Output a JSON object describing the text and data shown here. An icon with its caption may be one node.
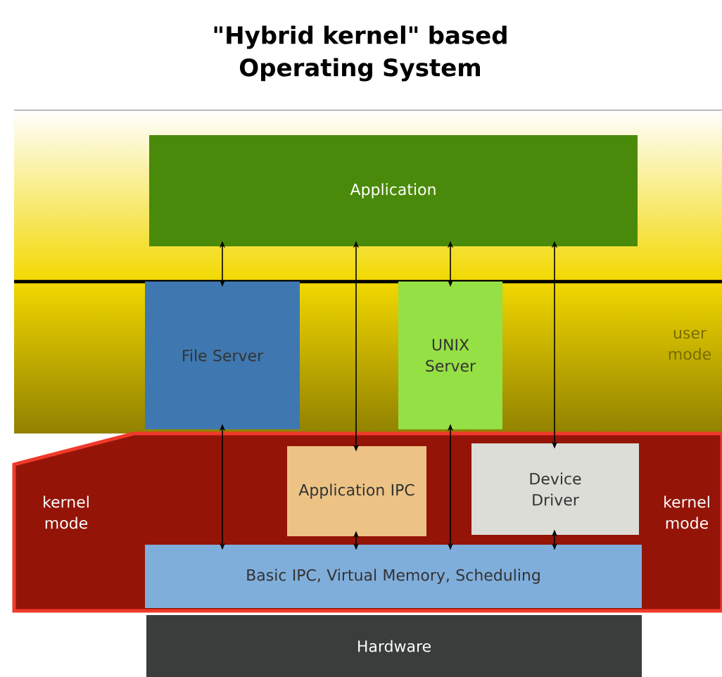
{
  "diagram": {
    "title": "\"Hybrid kernel\" based Operating System",
    "nodes": [
      {
        "text": [
          "Application"
        ]
      },
      {
        "text": [
          "File Server"
        ]
      },
      {
        "text": [
          "UNIX Server"
        ]
      },
      {
        "text": [
          "Application IPC"
        ]
      },
      {
        "text": [
          "Device Driver"
        ]
      },
      {
        "text": [
          "Basic IPC, Virtual Memory, Scheduling"
        ]
      },
      {
        "text": [
          "Hardware"
        ]
      }
    ],
    "edges": [
      {
        "from": 0,
        "to": 1,
        "arrow": "both"
      },
      {
        "from": 1,
        "to": 5,
        "arrow": "both"
      },
      {
        "from": 0,
        "to": 3,
        "arrow": "both"
      },
      {
        "from": 3,
        "to": 5,
        "arrow": "both"
      },
      {
        "from": 0,
        "to": 2,
        "arrow": "both"
      },
      {
        "from": 2,
        "to": 5,
        "arrow": "both"
      },
      {
        "from": 0,
        "to": 4,
        "arrow": "both"
      },
      {
        "from": 4,
        "to": 5,
        "arrow": "both"
      }
    ],
    "labels": [
      "user mode",
      "kernel mode",
      "kernel mode"
    ]
  }
}
